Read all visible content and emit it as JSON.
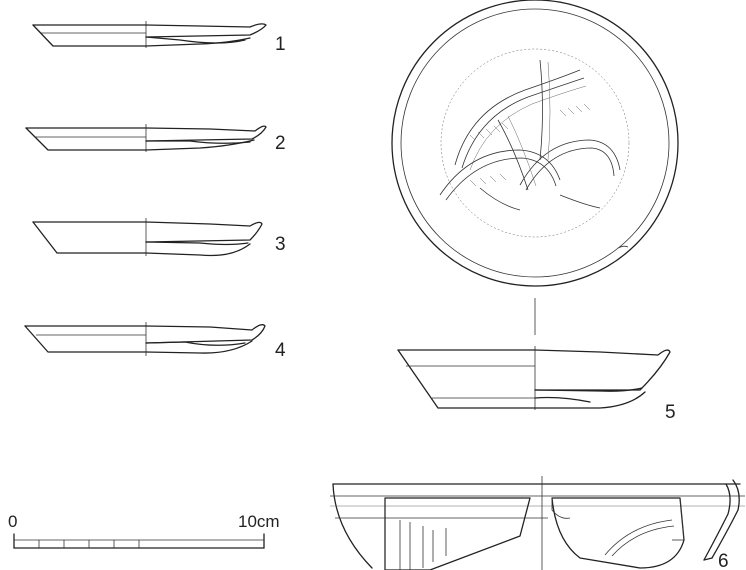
{
  "figure_numbers": {
    "f1": "1",
    "f2": "2",
    "f3": "3",
    "f4": "4",
    "f5": "5",
    "f6": "6"
  },
  "scale_bar": {
    "start_label": "0",
    "end_label": "10cm"
  }
}
